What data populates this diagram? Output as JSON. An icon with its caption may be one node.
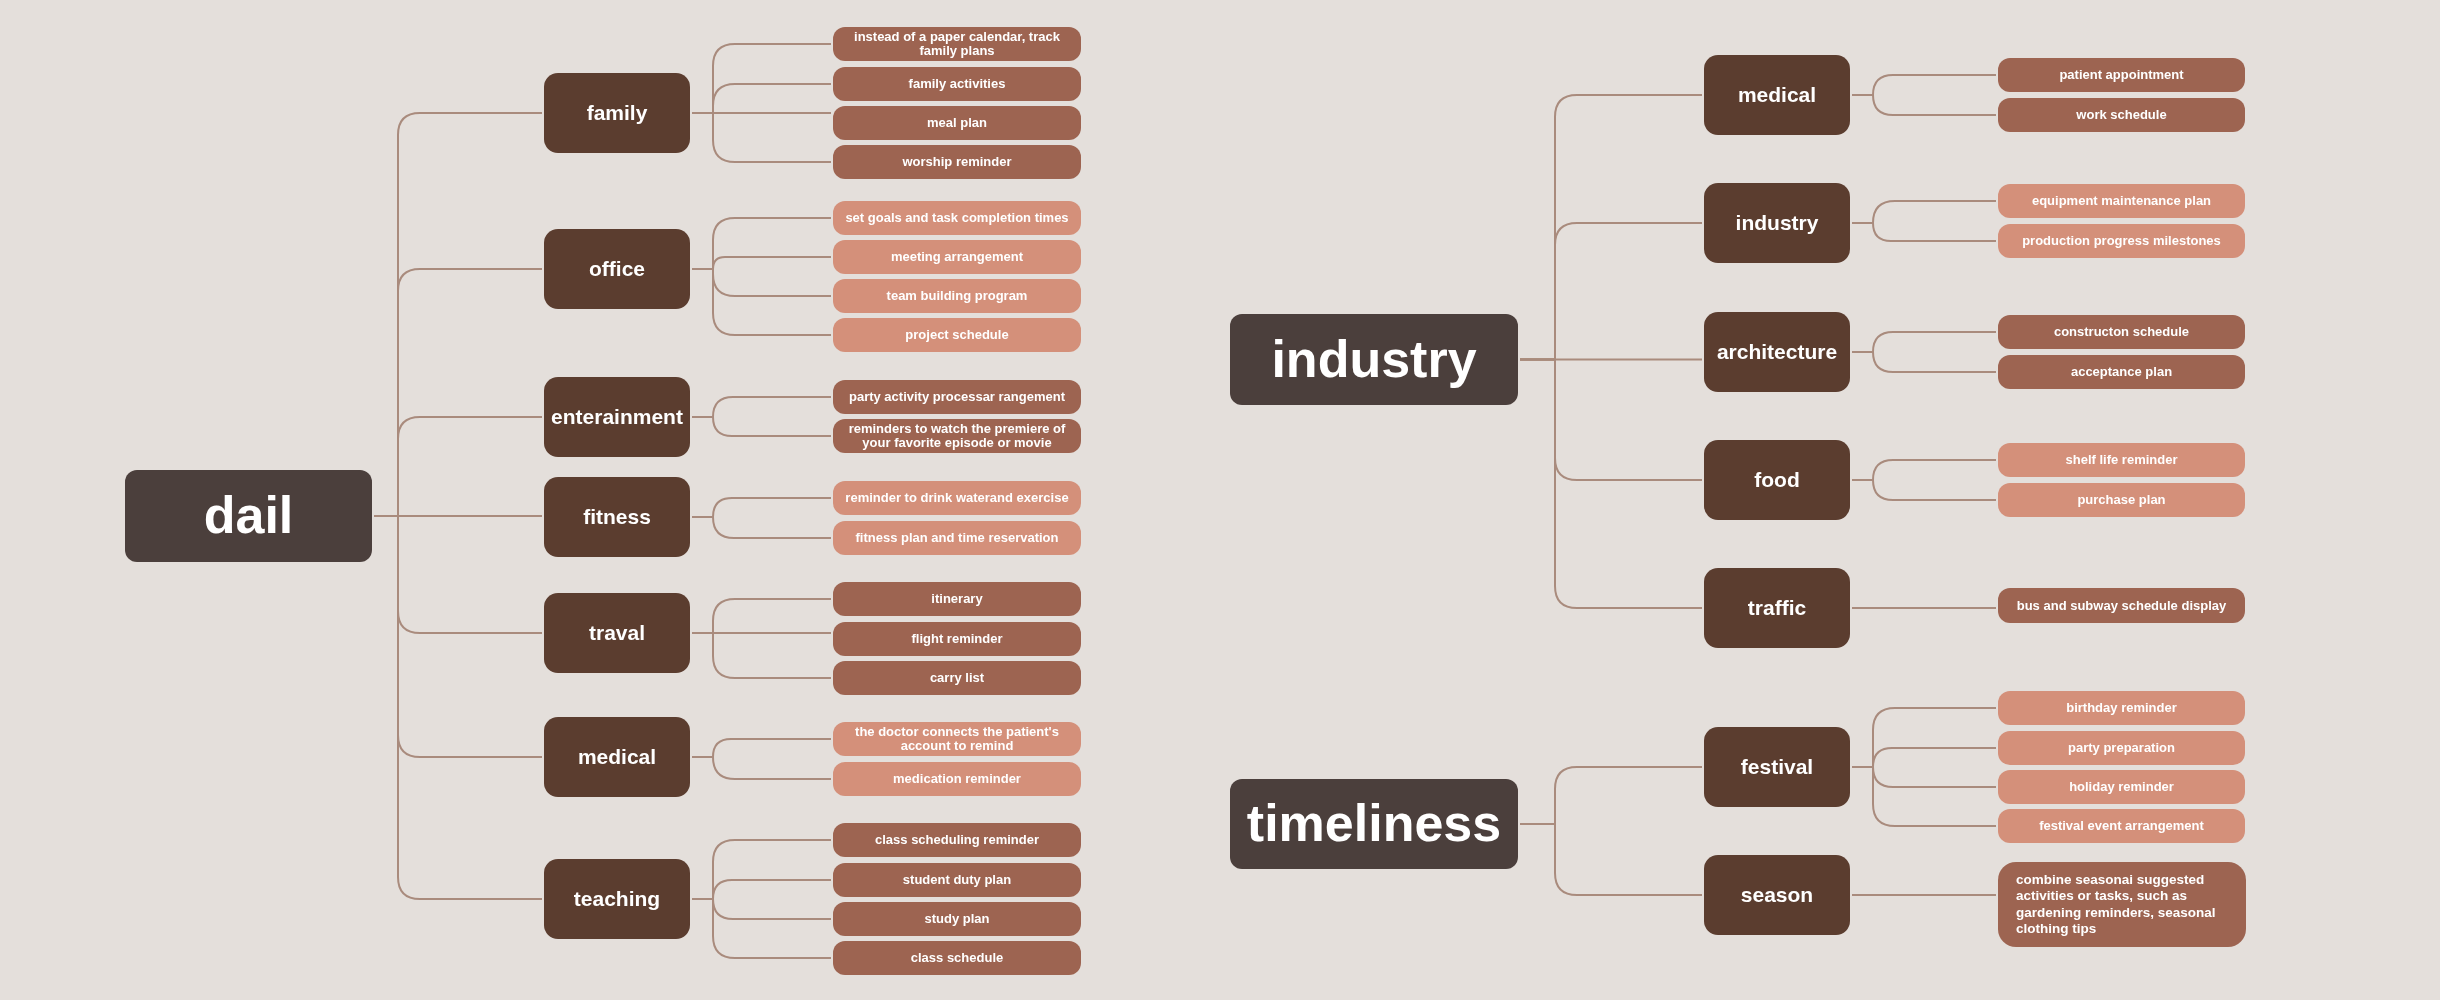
{
  "diagram": {
    "nodes": [
      {
        "text": [
          "dail"
        ]
      },
      {
        "text": [
          "family"
        ]
      },
      {
        "text": [
          "instead of a paper calendar, track family plans"
        ]
      },
      {
        "text": [
          "family activities"
        ]
      },
      {
        "text": [
          "meal plan"
        ]
      },
      {
        "text": [
          "worship reminder"
        ]
      },
      {
        "text": [
          "office"
        ]
      },
      {
        "text": [
          "set goals and task completion times"
        ]
      },
      {
        "text": [
          "meeting arrangement"
        ]
      },
      {
        "text": [
          "team building program"
        ]
      },
      {
        "text": [
          "project schedule"
        ]
      },
      {
        "text": [
          "enterainment"
        ]
      },
      {
        "text": [
          "party activity processar rangement"
        ]
      },
      {
        "text": [
          "reminders to watch the premiere of your favorite episode or movie"
        ]
      },
      {
        "text": [
          "fitness"
        ]
      },
      {
        "text": [
          "reminder to drink waterand exercise"
        ]
      },
      {
        "text": [
          "fitness plan and time reservation"
        ]
      },
      {
        "text": [
          "traval"
        ]
      },
      {
        "text": [
          "itinerary"
        ]
      },
      {
        "text": [
          "flight reminder"
        ]
      },
      {
        "text": [
          "carry list"
        ]
      },
      {
        "text": [
          "medical"
        ]
      },
      {
        "text": [
          "the doctor connects the patient's account to remind"
        ]
      },
      {
        "text": [
          "medication reminder"
        ]
      },
      {
        "text": [
          "teaching"
        ]
      },
      {
        "text": [
          "class scheduling reminder"
        ]
      },
      {
        "text": [
          "student duty plan"
        ]
      },
      {
        "text": [
          "study plan"
        ]
      },
      {
        "text": [
          "class schedule"
        ]
      },
      {
        "text": [
          "industry"
        ]
      },
      {
        "text": [
          "medical"
        ]
      },
      {
        "text": [
          "patient appointment"
        ]
      },
      {
        "text": [
          "work schedule"
        ]
      },
      {
        "text": [
          "industry"
        ]
      },
      {
        "text": [
          "equipment maintenance plan"
        ]
      },
      {
        "text": [
          "production progress milestones"
        ]
      },
      {
        "text": [
          "architecture"
        ]
      },
      {
        "text": [
          "constructon schedule"
        ]
      },
      {
        "text": [
          "acceptance plan"
        ]
      },
      {
        "text": [
          "food"
        ]
      },
      {
        "text": [
          "shelf life reminder"
        ]
      },
      {
        "text": [
          "purchase plan"
        ]
      },
      {
        "text": [
          "traffic"
        ]
      },
      {
        "text": [
          "bus and subway schedule display"
        ]
      },
      {
        "text": [
          "timeliness"
        ]
      },
      {
        "text": [
          "festival"
        ]
      },
      {
        "text": [
          "birthday reminder"
        ]
      },
      {
        "text": [
          "party preparation"
        ]
      },
      {
        "text": [
          "holiday reminder"
        ]
      },
      {
        "text": [
          "festival event arrangement"
        ]
      },
      {
        "text": [
          "season"
        ]
      },
      {
        "text": [
          "combine seasonai suggested activities or tasks, such as gardening reminders, seasonal clothing tips"
        ]
      }
    ],
    "edges": [
      {
        "from": 0,
        "to": 1,
        "arrow": "none"
      },
      {
        "from": 0,
        "to": 6,
        "arrow": "none"
      },
      {
        "from": 0,
        "to": 11,
        "arrow": "none"
      },
      {
        "from": 0,
        "to": 14,
        "arrow": "none"
      },
      {
        "from": 0,
        "to": 17,
        "arrow": "none"
      },
      {
        "from": 0,
        "to": 21,
        "arrow": "none"
      },
      {
        "from": 0,
        "to": 24,
        "arrow": "none"
      },
      {
        "from": 1,
        "to": 2,
        "arrow": "none"
      },
      {
        "from": 1,
        "to": 3,
        "arrow": "none"
      },
      {
        "from": 1,
        "to": 4,
        "arrow": "none"
      },
      {
        "from": 1,
        "to": 5,
        "arrow": "none"
      },
      {
        "from": 6,
        "to": 7,
        "arrow": "none"
      },
      {
        "from": 6,
        "to": 8,
        "arrow": "none"
      },
      {
        "from": 6,
        "to": 9,
        "arrow": "none"
      },
      {
        "from": 6,
        "to": 10,
        "arrow": "none"
      },
      {
        "from": 11,
        "to": 12,
        "arrow": "none"
      },
      {
        "from": 11,
        "to": 13,
        "arrow": "none"
      },
      {
        "from": 14,
        "to": 15,
        "arrow": "none"
      },
      {
        "from": 14,
        "to": 16,
        "arrow": "none"
      },
      {
        "from": 17,
        "to": 18,
        "arrow": "none"
      },
      {
        "from": 17,
        "to": 19,
        "arrow": "none"
      },
      {
        "from": 17,
        "to": 20,
        "arrow": "none"
      },
      {
        "from": 21,
        "to": 22,
        "arrow": "none"
      },
      {
        "from": 21,
        "to": 23,
        "arrow": "none"
      },
      {
        "from": 24,
        "to": 25,
        "arrow": "none"
      },
      {
        "from": 24,
        "to": 26,
        "arrow": "none"
      },
      {
        "from": 24,
        "to": 27,
        "arrow": "none"
      },
      {
        "from": 24,
        "to": 28,
        "arrow": "none"
      },
      {
        "from": 29,
        "to": 30,
        "arrow": "none"
      },
      {
        "from": 29,
        "to": 33,
        "arrow": "none"
      },
      {
        "from": 29,
        "to": 36,
        "arrow": "none"
      },
      {
        "from": 29,
        "to": 39,
        "arrow": "none"
      },
      {
        "from": 29,
        "to": 42,
        "arrow": "none"
      },
      {
        "from": 30,
        "to": 31,
        "arrow": "none"
      },
      {
        "from": 30,
        "to": 32,
        "arrow": "none"
      },
      {
        "from": 33,
        "to": 34,
        "arrow": "none"
      },
      {
        "from": 33,
        "to": 35,
        "arrow": "none"
      },
      {
        "from": 36,
        "to": 37,
        "arrow": "none"
      },
      {
        "from": 36,
        "to": 38,
        "arrow": "none"
      },
      {
        "from": 39,
        "to": 40,
        "arrow": "none"
      },
      {
        "from": 39,
        "to": 41,
        "arrow": "none"
      },
      {
        "from": 42,
        "to": 43,
        "arrow": "none"
      },
      {
        "from": 44,
        "to": 45,
        "arrow": "none"
      },
      {
        "from": 44,
        "to": 50,
        "arrow": "none"
      },
      {
        "from": 45,
        "to": 46,
        "arrow": "none"
      },
      {
        "from": 45,
        "to": 47,
        "arrow": "none"
      },
      {
        "from": 45,
        "to": 48,
        "arrow": "none"
      },
      {
        "from": 45,
        "to": 49,
        "arrow": "none"
      },
      {
        "from": 50,
        "to": 51,
        "arrow": "none"
      }
    ]
  }
}
